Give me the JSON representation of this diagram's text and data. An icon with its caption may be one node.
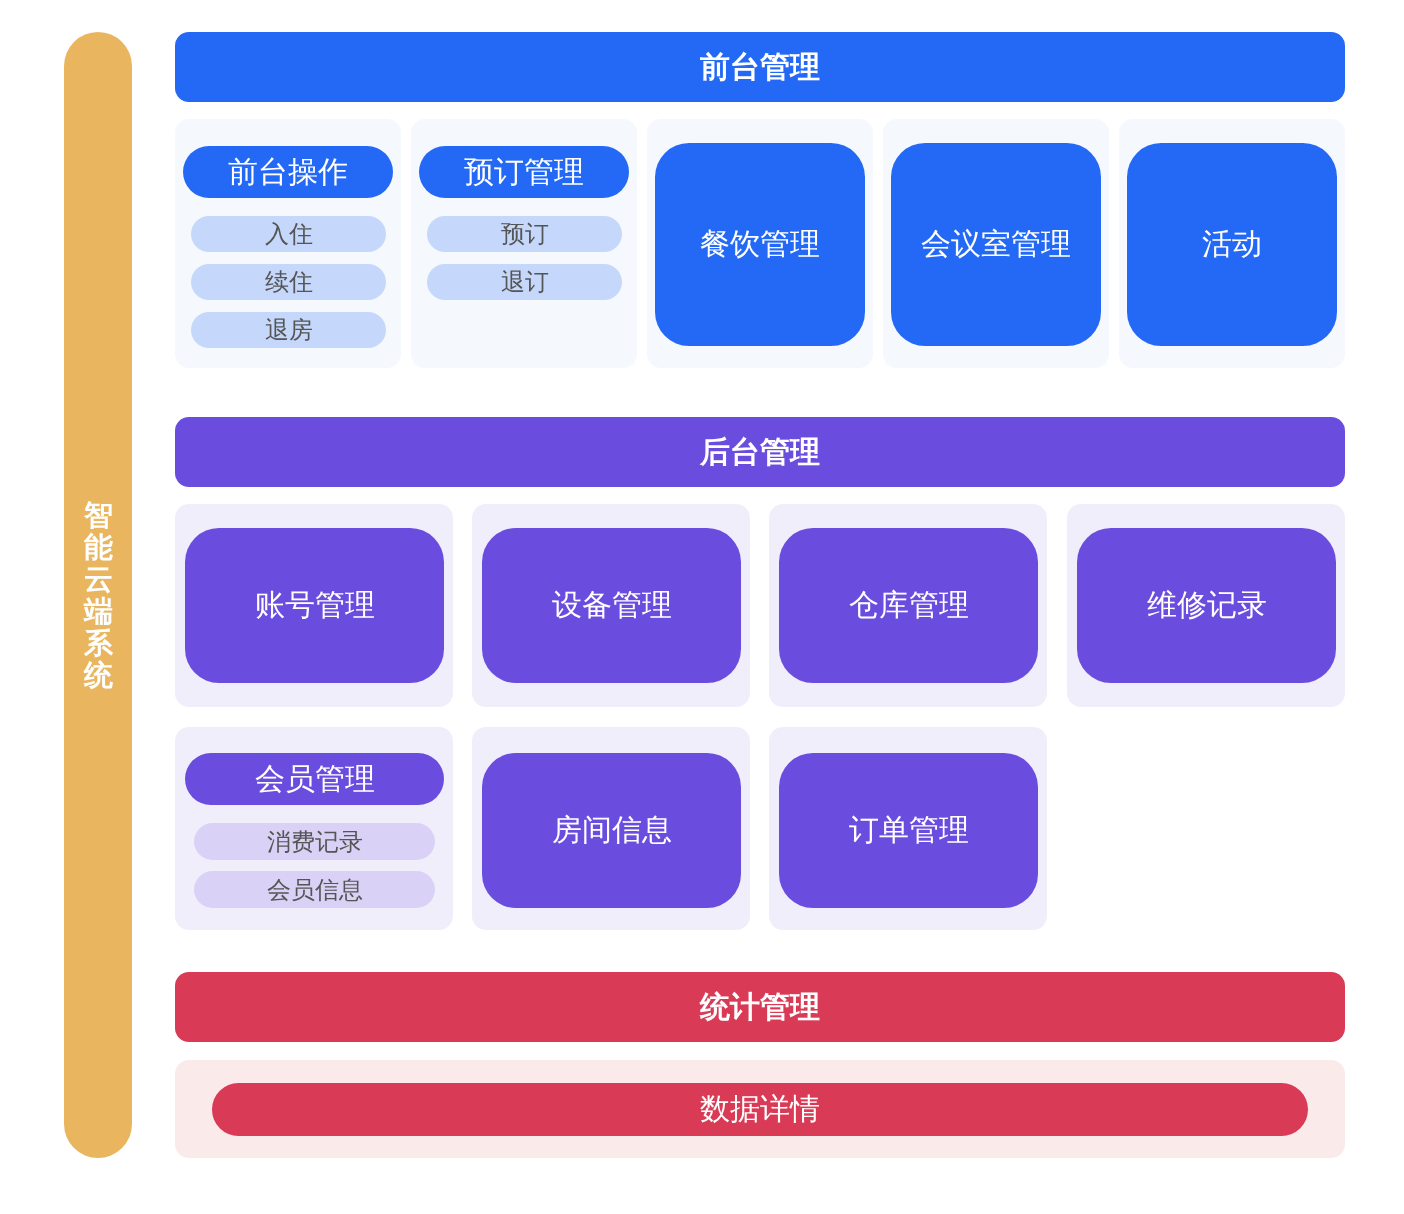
{
  "diagram": {
    "nodes": [
      {
        "text": [
          "智能云端系统"
        ]
      },
      {
        "text": [
          "前台管理"
        ]
      },
      {
        "text": [],
        "shape": "box"
      },
      {
        "text": [
          "前台操作"
        ],
        "in": 2
      },
      {
        "text": [
          "入住"
        ],
        "in": 2
      },
      {
        "text": [
          "续住"
        ],
        "in": 2
      },
      {
        "text": [
          "退房"
        ],
        "in": 2
      },
      {
        "text": [],
        "shape": "box"
      },
      {
        "text": [
          "预订管理"
        ],
        "in": 7
      },
      {
        "text": [
          "预订"
        ],
        "in": 7
      },
      {
        "text": [
          "退订"
        ],
        "in": 7
      },
      {
        "text": [],
        "shape": "box"
      },
      {
        "text": [
          "餐饮管理"
        ],
        "in": 11
      },
      {
        "text": [],
        "shape": "box"
      },
      {
        "text": [
          "会议室管理"
        ],
        "in": 13
      },
      {
        "text": [],
        "shape": "box"
      },
      {
        "text": [
          "活动"
        ],
        "in": 15
      },
      {
        "text": [
          "后台管理"
        ]
      },
      {
        "text": [],
        "shape": "box"
      },
      {
        "text": [
          "账号管理"
        ],
        "in": 18
      },
      {
        "text": [],
        "shape": "box"
      },
      {
        "text": [
          "设备管理"
        ],
        "in": 20
      },
      {
        "text": [],
        "shape": "box"
      },
      {
        "text": [
          "仓库管理"
        ],
        "in": 22
      },
      {
        "text": [],
        "shape": "box"
      },
      {
        "text": [
          "维修记录"
        ],
        "in": 24
      },
      {
        "text": [],
        "shape": "box"
      },
      {
        "text": [
          "会员管理"
        ],
        "in": 26
      },
      {
        "text": [
          "消费记录"
        ],
        "in": 26
      },
      {
        "text": [
          "会员信息"
        ],
        "in": 26
      },
      {
        "text": [],
        "shape": "box"
      },
      {
        "text": [
          "房间信息"
        ],
        "in": 30
      },
      {
        "text": [],
        "shape": "box"
      },
      {
        "text": [
          "订单管理"
        ],
        "in": 32
      },
      {
        "text": [
          "统计管理"
        ]
      },
      {
        "text": [],
        "shape": "box"
      },
      {
        "text": [
          "数据详情"
        ],
        "in": 35
      }
    ]
  }
}
